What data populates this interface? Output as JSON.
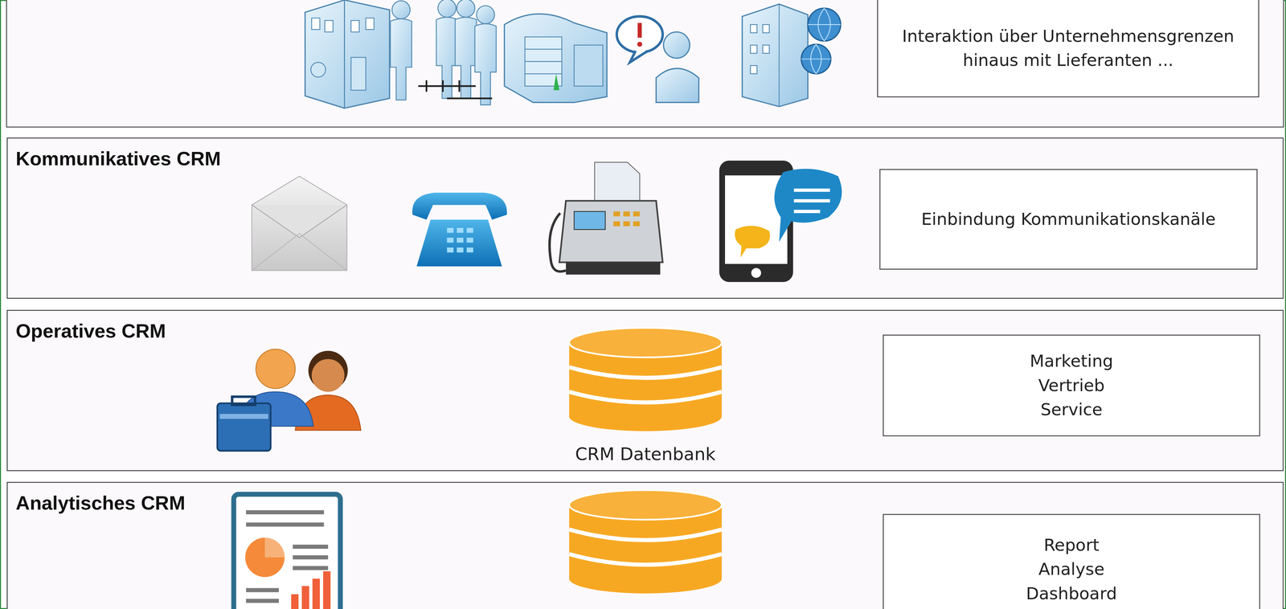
{
  "diagram": {
    "nodes": [
      {
        "text": [
          "Interaktion über Unternehmensgrenzen hinaus mit Lieferanten ..."
        ]
      },
      {
        "text": [
          "Kommunikatives CRM"
        ]
      },
      {
        "text": [
          "Einbindung Kommunikationskanäle"
        ],
        "in": 1
      },
      {
        "text": [
          "Operatives CRM"
        ]
      },
      {
        "text": [
          "Marketing",
          "Vertrieb",
          "Service"
        ],
        "in": 3
      },
      {
        "text": [
          "Analytisches CRM"
        ]
      },
      {
        "text": [
          "Report",
          "Analyse",
          "Dashboard"
        ],
        "in": 5
      }
    ],
    "labels": [
      "CRM Datenbank"
    ]
  }
}
